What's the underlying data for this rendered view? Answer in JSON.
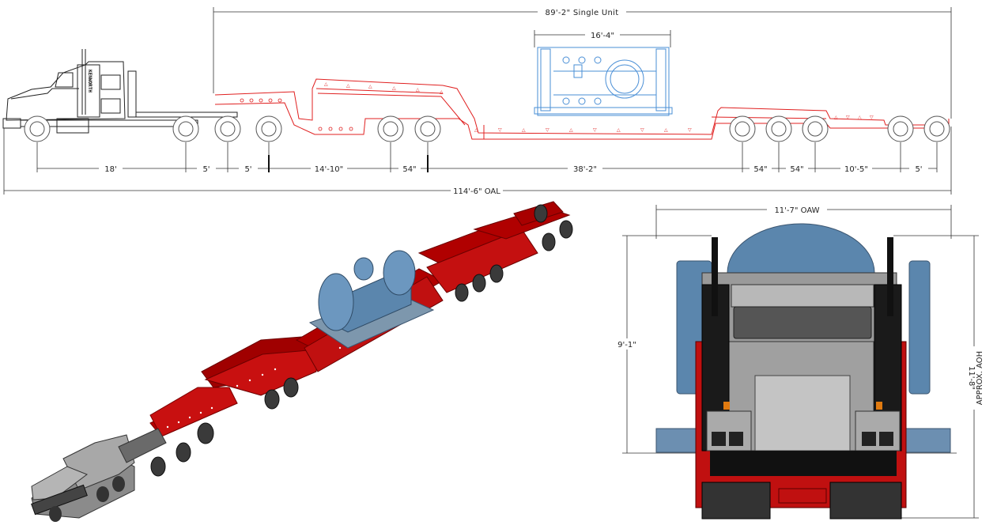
{
  "dimensions": {
    "single_unit": "89'-2\" Single Unit",
    "cargo_length": "16'-4\"",
    "oal": "114'-6\" OAL",
    "segments": [
      "18'",
      "5'",
      "5'",
      "14'-10\"",
      "54\"",
      "38'-2\"",
      "54\"",
      "54\"",
      "10'-5\"",
      "5'"
    ],
    "oaw": "11'-7\" OAW",
    "cargo_height": "9'-1\"",
    "overall_height": "11'-8\"",
    "aoh": "APPROX. AOH"
  },
  "tractor": {
    "brand": "KENWORTH"
  },
  "colors": {
    "trailer_outline": "#e02020",
    "cargo_outline": "#4a8fd6",
    "trailer_fill": "#b80000",
    "cargo_fill": "#5b86ad",
    "truck_gray": "#9a9a9a"
  }
}
